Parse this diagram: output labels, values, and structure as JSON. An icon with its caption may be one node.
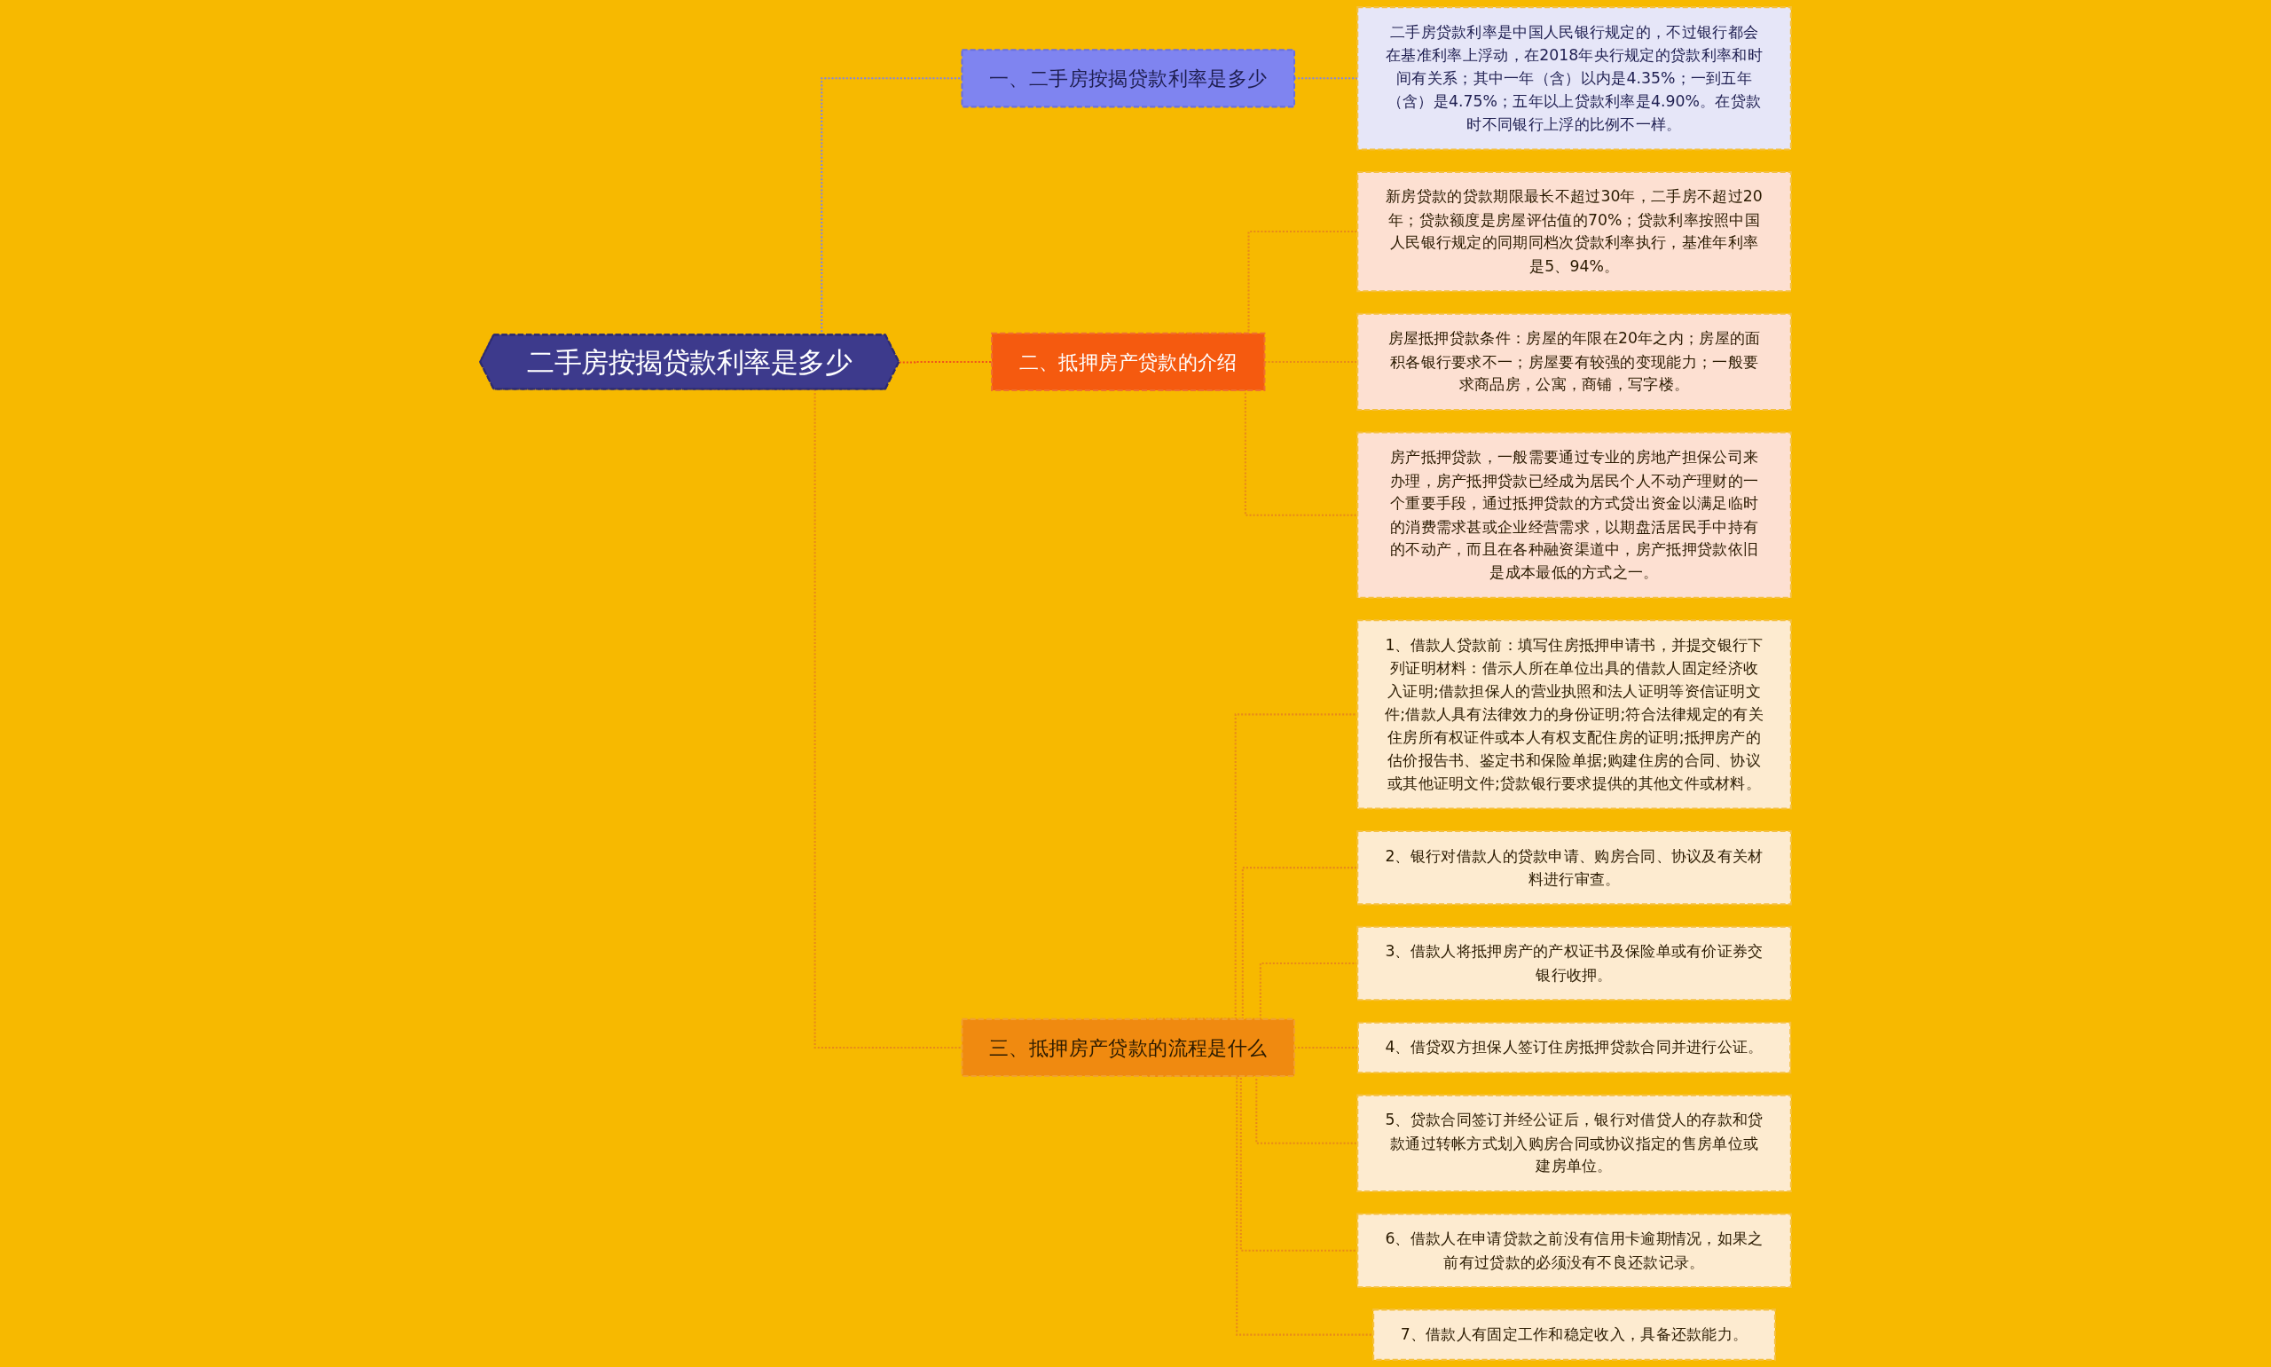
{
  "diagram": {
    "nodes": [
      {
        "text": [
          "二手房按揭贷款利率是多少"
        ]
      },
      {
        "text": [
          "一、二手房按揭贷款利率是多少"
        ]
      },
      {
        "text": [
          "二手房贷款利率是中国人民银行规定的，不过银行都会在基准利率上浮动，在2018年央行规定的贷款利率和时间有关系；其中一年（含）以内是4.35%；一到五年（含）是4.75%；五年以上贷款利率是4.90%。在贷款时不同银行上浮的比例不一样。"
        ]
      },
      {
        "text": [
          "二、抵押房产贷款的介绍"
        ]
      },
      {
        "text": [
          "新房贷款的贷款期限最长不超过30年，二手房不超过20年；贷款额度是房屋评估值的70%；贷款利率按照中国人民银行规定的同期同档次贷款利率执行，基准年利率是5、94%。"
        ]
      },
      {
        "text": [
          "房屋抵押贷款条件：房屋的年限在20年之内；房屋的面积各银行要求不一；房屋要有较强的变现能力；一般要求商品房，公寓，商铺，写字楼。"
        ]
      },
      {
        "text": [
          "房产抵押贷款，一般需要通过专业的房地产担保公司来办理，房产抵押贷款已经成为居民个人不动产理财的一个重要手段，通过抵押贷款的方式贷出资金以满足临时的消费需求甚或企业经营需求，以期盘活居民手中持有的不动产，而且在各种融资渠道中，房产抵押贷款依旧是成本最低的方式之一。"
        ]
      },
      {
        "text": [
          "三、抵押房产贷款的流程是什么"
        ]
      },
      {
        "text": [
          "1、借款人贷款前：填写住房抵押申请书，并提交银行下列证明材料：借示人所在单位出具的借款人固定经济收入证明;借款担保人的营业执照和法人证明等资信证明文件;借款人具有法律效力的身份证明;符合法律规定的有关住房所有权证件或本人有权支配住房的证明;抵押房产的估价报告书、鉴定书和保险单据;购建住房的合同、协议或其他证明文件;贷款银行要求提供的其他文件或材料。"
        ]
      },
      {
        "text": [
          "2、银行对借款人的贷款申请、购房合同、协议及有关材料进行审查。"
        ]
      },
      {
        "text": [
          "3、借款人将抵押房产的产权证书及保险单或有价证券交银行收押。"
        ]
      },
      {
        "text": [
          "4、借贷双方担保人签订住房抵押贷款合同并进行公证。"
        ]
      },
      {
        "text": [
          "5、贷款合同签订并经公证后，银行对借贷人的存款和贷款通过转帐方式划入购房合同或协议指定的售房单位或建房单位。"
        ]
      },
      {
        "text": [
          "6、借款人在申请贷款之前没有信用卡逾期情况，如果之前有过贷款的必须没有不良还款记录。"
        ]
      },
      {
        "text": [
          "7、借款人有固定工作和稳定收入，具备还款能力。"
        ]
      }
    ],
    "edges": [
      {
        "from": 0,
        "to": 1,
        "arrow": "none",
        "style": "dashed",
        "color": "#7f84e8"
      },
      {
        "from": 1,
        "to": 2,
        "arrow": "none",
        "style": "dashed",
        "color": "#7f84e8"
      },
      {
        "from": 0,
        "to": 3,
        "arrow": "none",
        "style": "dashed",
        "color": "#f0541a"
      },
      {
        "from": 3,
        "to": 4,
        "arrow": "none",
        "style": "dashed"
      },
      {
        "from": 3,
        "to": 5,
        "arrow": "none",
        "style": "dashed"
      },
      {
        "from": 3,
        "to": 6,
        "arrow": "none",
        "style": "dashed"
      },
      {
        "from": 0,
        "to": 7,
        "arrow": "none",
        "style": "dashed"
      },
      {
        "from": 7,
        "to": 8,
        "arrow": "none",
        "style": "dashed"
      },
      {
        "from": 7,
        "to": 9,
        "arrow": "none",
        "style": "dashed"
      },
      {
        "from": 7,
        "to": 10,
        "arrow": "none",
        "style": "dashed"
      },
      {
        "from": 7,
        "to": 11,
        "arrow": "none",
        "style": "dashed"
      },
      {
        "from": 7,
        "to": 12,
        "arrow": "none",
        "style": "dashed"
      },
      {
        "from": 7,
        "to": 13,
        "arrow": "none",
        "style": "dashed"
      },
      {
        "from": 7,
        "to": 14,
        "arrow": "none",
        "style": "dashed"
      }
    ]
  }
}
